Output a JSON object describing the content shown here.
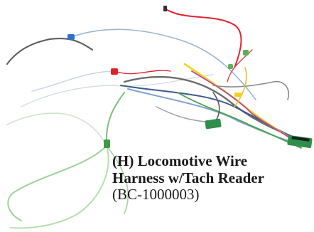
{
  "caption": {
    "title_line1": "(H) Locomotive Wire",
    "title_line2": "Harness w/Tach Reader",
    "part_number": "(BC-1000003)"
  },
  "image": {
    "background": "#ffffff",
    "wire_colors": [
      "#e0232b",
      "#3a5a8c",
      "#7ec07a",
      "#c8d6e8",
      "#6a6a6a",
      "#f3d21a",
      "#b54a9a",
      "#4aa04a"
    ],
    "board_color": "#2f8f4a"
  }
}
